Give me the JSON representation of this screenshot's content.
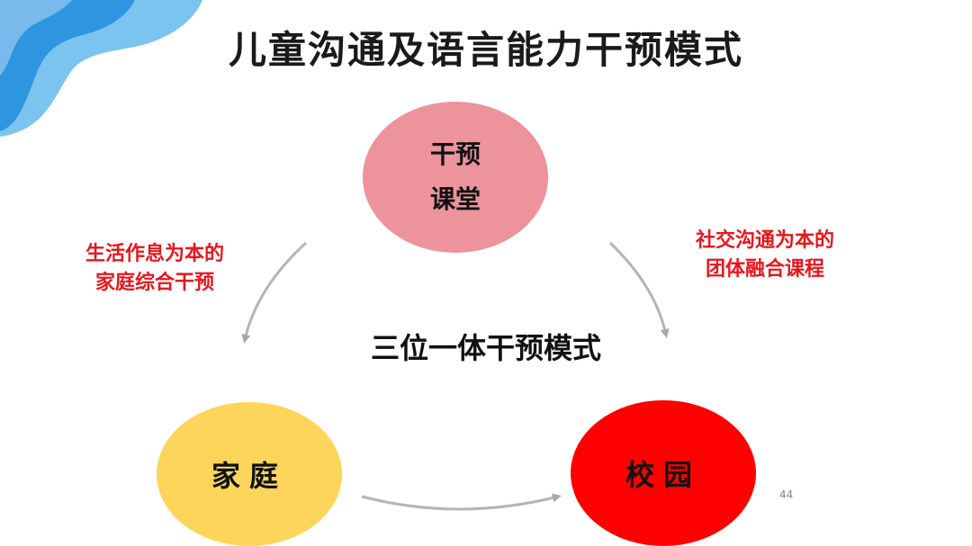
{
  "title": "儿童沟通及语言能力干预模式",
  "center_label": "三位一体干预模式",
  "nodes": {
    "top": {
      "line1": "干预",
      "line2": "课堂",
      "color": "#ec939c"
    },
    "left": {
      "label": "家庭",
      "color": "#fdd55a"
    },
    "right": {
      "label": "校园",
      "color": "#ff0000"
    }
  },
  "side_texts": {
    "left": {
      "line1": "生活作息为本的",
      "line2": "家庭综合干预"
    },
    "right": {
      "line1": "社交沟通为本的",
      "line2": "团体融合课程"
    }
  },
  "page_number": "44",
  "colors": {
    "accent_red_text": "#e8161d",
    "decor_blue": "#2e96e0",
    "decor_light_blue": "#7cc4f0"
  }
}
